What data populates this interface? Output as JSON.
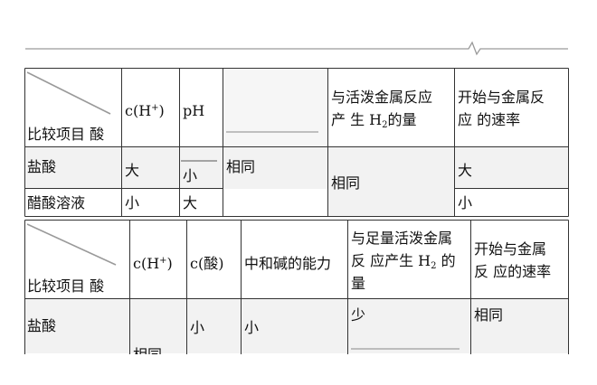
{
  "table1": {
    "corner_label": "比较项目 酸",
    "col_ch": "c(H",
    "col_ch_sup": "+",
    "col_ch_tail": ")",
    "col_ph": "pH",
    "col_amount_a": "与活泼金属反应",
    "col_amount_b1": "产 生 H",
    "col_amount_b_sub": "2",
    "col_amount_b2": "的量",
    "col_rate_a": "开始与金属反",
    "col_rate_b": "应 的速率",
    "row1_label": "盐酸",
    "row1_ch": "大",
    "row1_ph": "小",
    "merged_blank": "相同",
    "merged_amount": "相同",
    "row1_rate": "大",
    "row2_label": "醋酸溶液",
    "row2_ch": "小",
    "row2_ph": "大",
    "row2_rate": "小"
  },
  "table2": {
    "corner_label": "比较项目 酸",
    "col_ch": "c(H",
    "col_ch_sup": "+",
    "col_ch_tail": ")",
    "col_acid": "c(酸)",
    "col_neutral": "中和碱的能力",
    "col_amount_a": "与足量活泼金属",
    "col_amount_b1": "反 应产生 H",
    "col_amount_b_sub": "2",
    "col_amount_b2": " 的",
    "col_amount_c": "量",
    "col_rate_a": "开始与金属",
    "col_rate_b": "反 应的速率",
    "row1_label": "盐酸",
    "row1_ch_partial": "相同",
    "row1_acid": "小",
    "row1_neutral": "小",
    "row1_amount": "少",
    "row1_rate": "相同"
  }
}
